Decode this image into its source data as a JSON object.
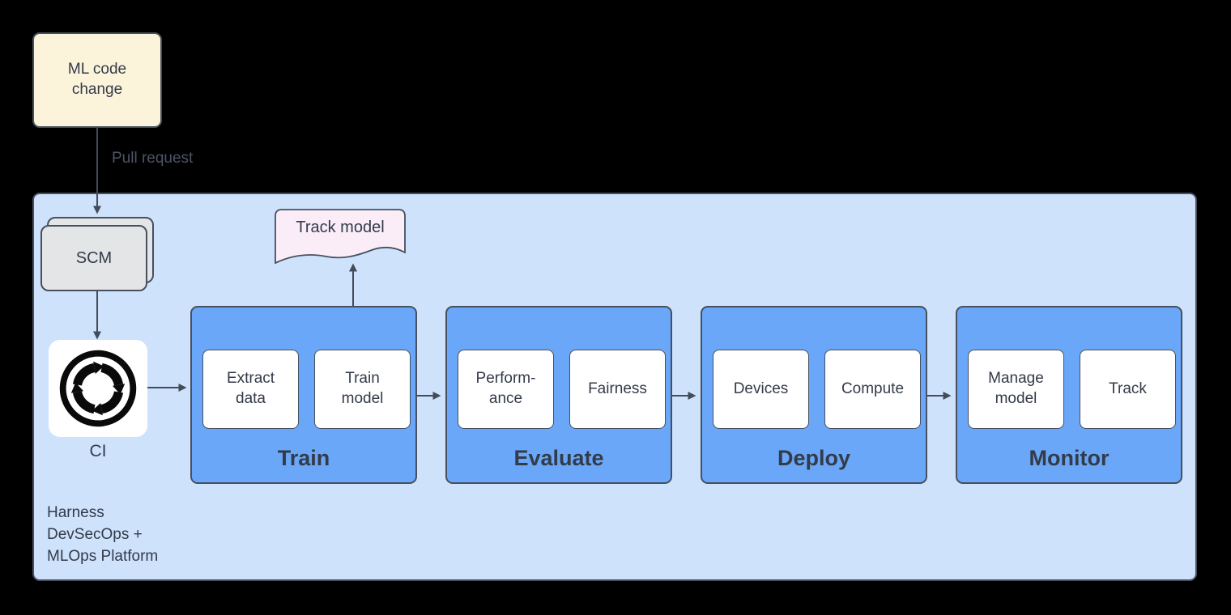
{
  "colors": {
    "bg": "#000000",
    "note_fill": "#FCF3DB",
    "platform_fill": "#CFE2FC",
    "stage_fill": "#6AA7F8",
    "doc_fill": "#FAEDF8",
    "scm_fill": "#E4E5E7",
    "inner_fill": "#FFFFFF",
    "border": "#47505E",
    "text": "#333B49",
    "muted_text": "#4C5464",
    "arrow": "#434C5A",
    "icon": "#0A0A0A"
  },
  "nodes": {
    "ml_code_change": {
      "label": "ML code\nchange"
    },
    "scm": {
      "label": "SCM"
    },
    "ci": {
      "label": "CI",
      "icon": "circular-arrows-cycle"
    },
    "track_model": {
      "label": "Track model"
    }
  },
  "edges": {
    "pull_request_label": "Pull request"
  },
  "platform": {
    "caption": "Harness\nDevSecOps +\nMLOps Platform"
  },
  "stages": [
    {
      "label": "Train",
      "items": [
        "Extract\ndata",
        "Train\nmodel"
      ]
    },
    {
      "label": "Evaluate",
      "items": [
        "Perform-\nance",
        "Fairness"
      ]
    },
    {
      "label": "Deploy",
      "items": [
        "Devices",
        "Compute"
      ]
    },
    {
      "label": "Monitor",
      "items": [
        "Manage\nmodel",
        "Track"
      ]
    }
  ]
}
